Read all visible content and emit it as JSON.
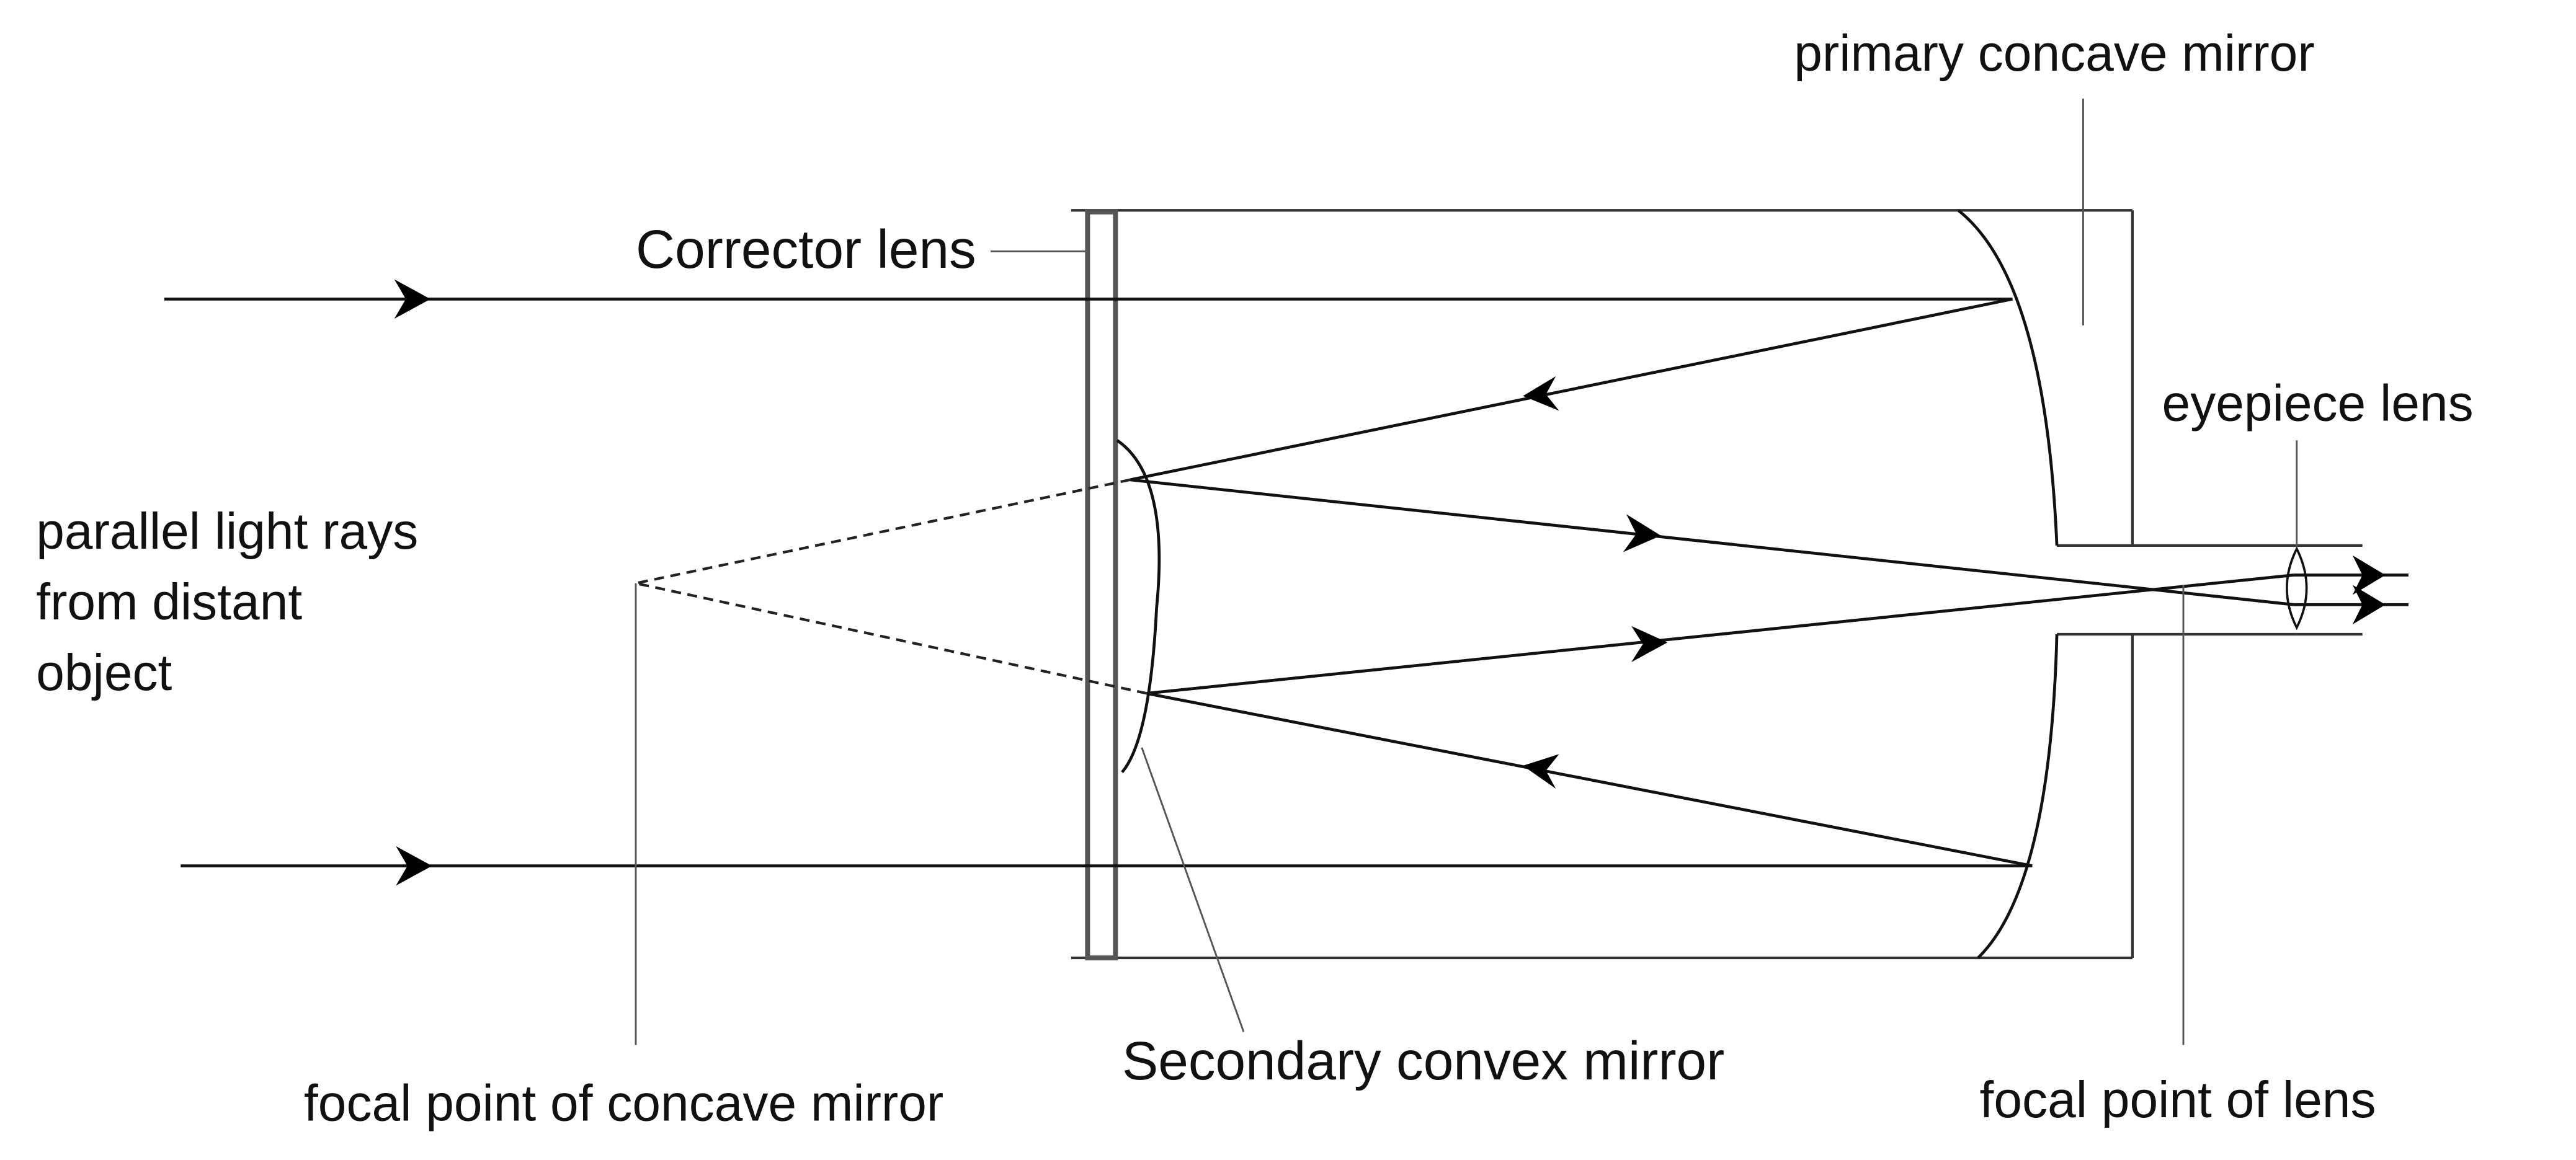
{
  "title": "Catadioptric (Schmidt-Cassegrain) telescope ray diagram",
  "colors": {
    "background": "#ffffff",
    "line": "#111111",
    "corrector": "#555555"
  },
  "labels": {
    "primary_mirror": "primary concave mirror",
    "corrector_lens": "Corrector lens",
    "eyepiece_lens": "eyepiece lens",
    "incoming_rays": [
      "parallel light rays",
      "from distant",
      "object"
    ],
    "focal_point_mirror": "focal point of concave mirror",
    "secondary_mirror": "Secondary convex mirror",
    "focal_point_lens": "focal point of lens"
  },
  "components": [
    {
      "name": "corrector lens",
      "type": "lens"
    },
    {
      "name": "primary concave mirror",
      "type": "mirror"
    },
    {
      "name": "secondary convex mirror",
      "type": "mirror"
    },
    {
      "name": "eyepiece lens",
      "type": "lens"
    }
  ],
  "ray_paths": [
    {
      "from": "distant object",
      "to": "primary concave mirror",
      "direction": "right"
    },
    {
      "from": "primary concave mirror",
      "to": "secondary convex mirror",
      "direction": "left"
    },
    {
      "from": "secondary convex mirror",
      "to": "eyepiece lens",
      "direction": "right"
    },
    {
      "from": "eyepiece lens",
      "to": "observer",
      "direction": "right"
    }
  ]
}
